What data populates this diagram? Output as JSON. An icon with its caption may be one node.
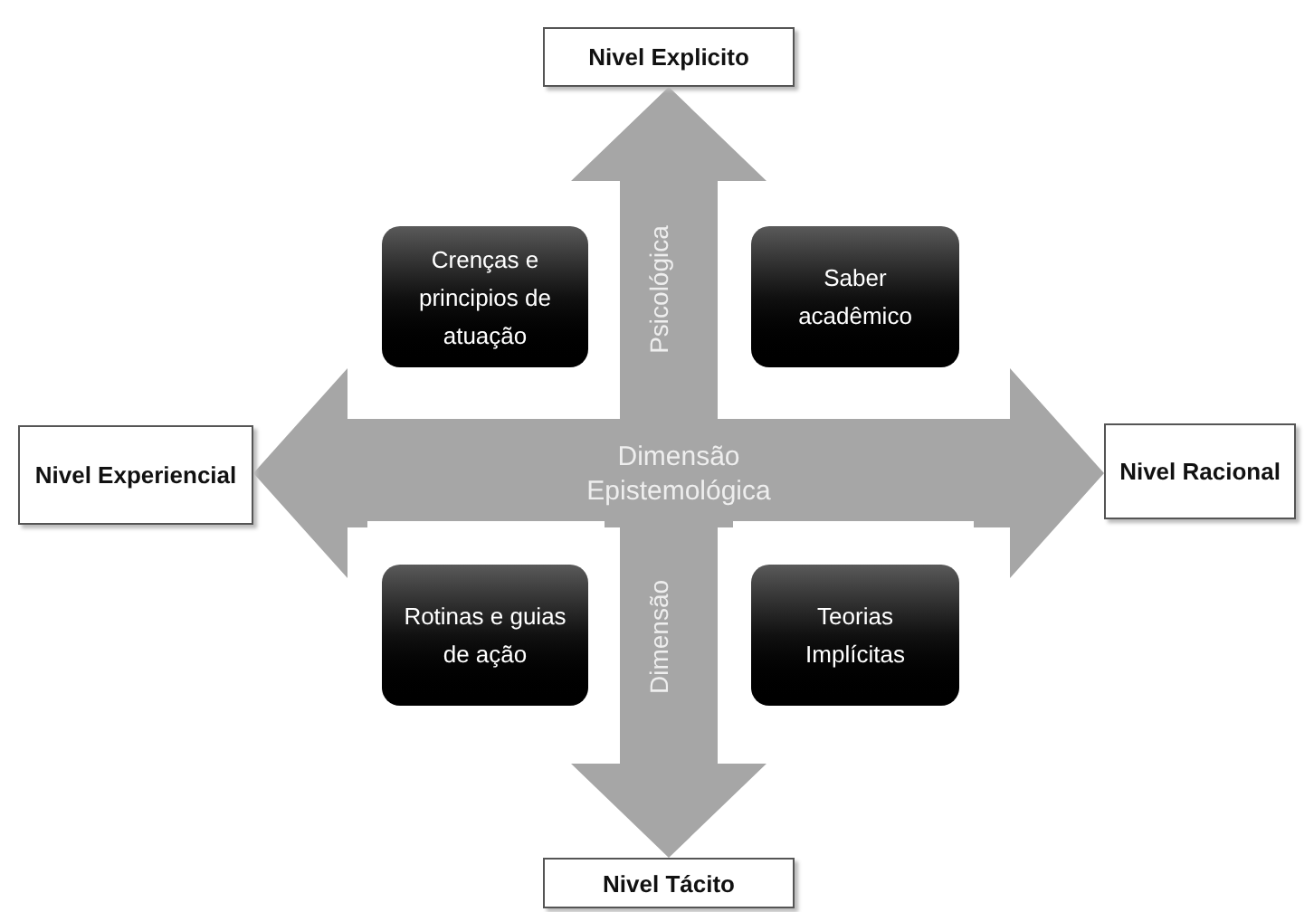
{
  "diagram": {
    "nodes": [
      {
        "text": [
          "Nivel Explicito"
        ]
      },
      {
        "text": [
          "Crenças e principios de atuação"
        ]
      },
      {
        "text": [
          "Saber acadêmico"
        ]
      },
      {
        "text": [
          "Nivel Experiencial"
        ]
      },
      {
        "text": [
          "Nivel Racional"
        ]
      },
      {
        "text": [
          "Rotinas e guias de ação"
        ]
      },
      {
        "text": [
          "Teorias Implícitas"
        ]
      },
      {
        "text": [
          "Nivel Tácito"
        ]
      }
    ],
    "edges": [
      {
        "from": 7,
        "to": 0,
        "arrow": "both"
      },
      {
        "from": 3,
        "to": 4,
        "arrow": "both",
        "label": "Dimensão Epistemológica"
      }
    ],
    "labels": [
      "Psicológica",
      "Dimensão"
    ]
  }
}
